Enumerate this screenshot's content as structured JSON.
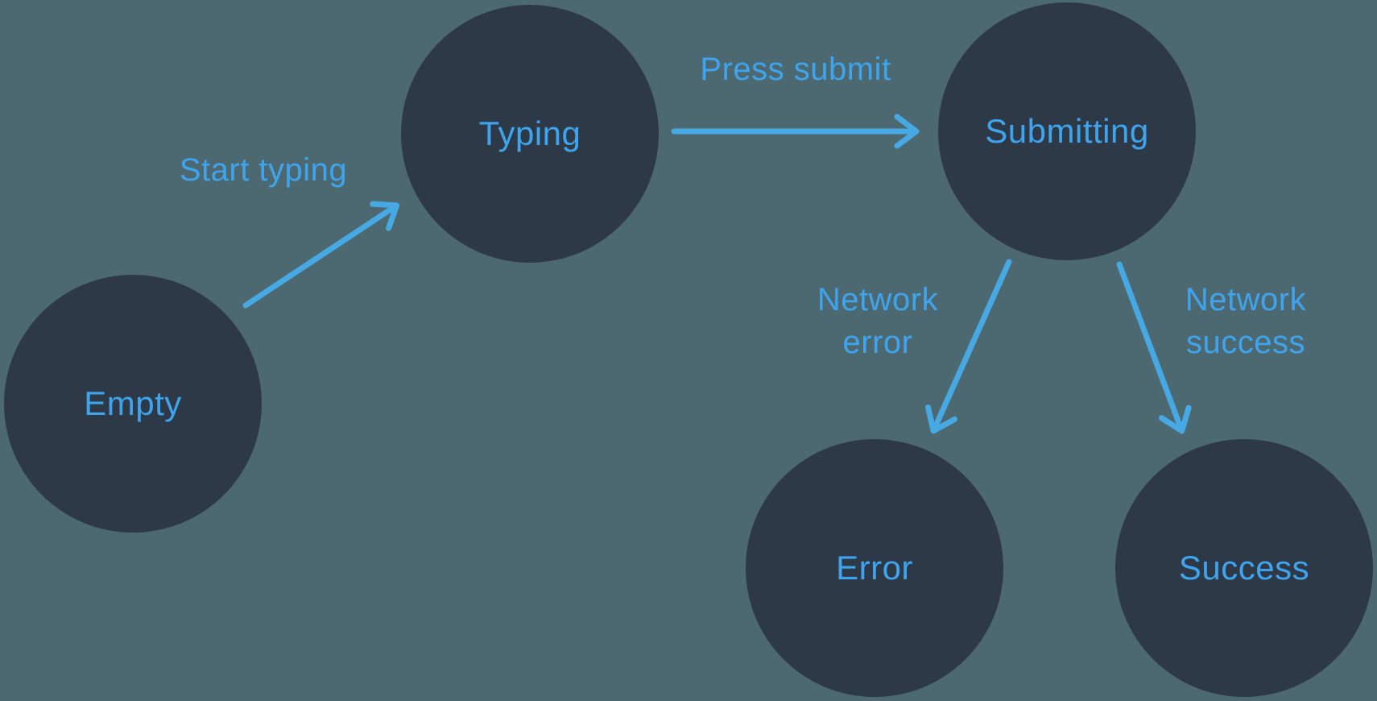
{
  "diagram": {
    "type": "state-machine",
    "colors": {
      "background": "#4C6971",
      "node_fill": "#2E3948",
      "accent_text": "#3FA4EE",
      "arrow": "#47A9E3"
    },
    "nodes": [
      {
        "id": "empty",
        "label": "Empty"
      },
      {
        "id": "typing",
        "label": "Typing"
      },
      {
        "id": "submitting",
        "label": "Submitting"
      },
      {
        "id": "error",
        "label": "Error"
      },
      {
        "id": "success",
        "label": "Success"
      }
    ],
    "transitions": [
      {
        "from": "empty",
        "to": "typing",
        "label": "Start typing"
      },
      {
        "from": "typing",
        "to": "submitting",
        "label": "Press submit"
      },
      {
        "from": "submitting",
        "to": "error",
        "label": "Network error"
      },
      {
        "from": "submitting",
        "to": "success",
        "label": "Network success"
      }
    ]
  }
}
